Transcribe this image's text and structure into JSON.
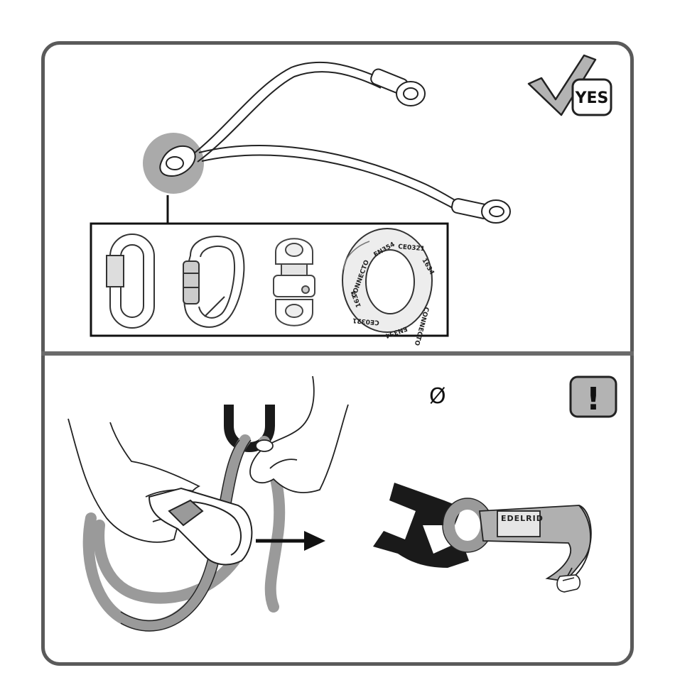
{
  "colors": {
    "frame": "#5a5a5a",
    "highlight": "#aaaaaa",
    "ok_check_fill": "#b3b3b3",
    "warning_fill": "#b3b3b3",
    "strap_gray": "#9a9a9a",
    "anchor_black": "#1a1a1a"
  },
  "top_panel": {
    "badge": {
      "label": "YES",
      "icon": "check-icon"
    },
    "connectors": [
      {
        "icon": "quick-link-icon"
      },
      {
        "icon": "triple-lock-carabiner-icon"
      },
      {
        "icon": "swivel-icon"
      },
      {
        "icon": "connecto-ring-icon",
        "text_lines": [
          "CONNECTO",
          "EN354",
          "CE0321",
          "1634"
        ]
      }
    ]
  },
  "bottom_panel": {
    "diameter_symbol": "Ø",
    "warning": {
      "label": "!",
      "icon": "warning-icon"
    },
    "strap_brand": "EDELRID"
  }
}
